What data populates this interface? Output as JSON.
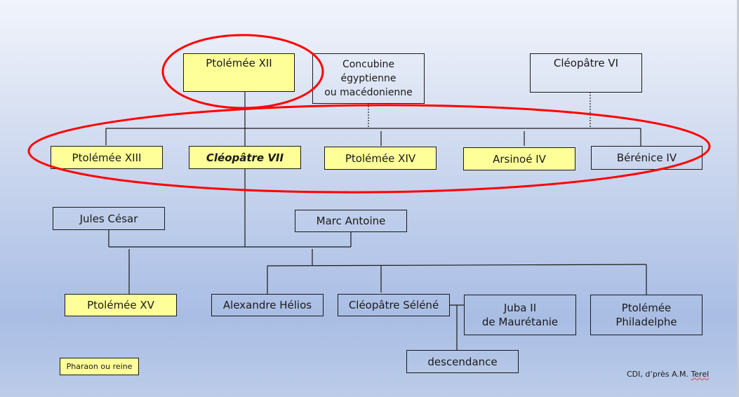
{
  "title": "Arbre généalogique de Cléopâtre VII",
  "colors": {
    "pharaoh_fill": "#ffff99",
    "highlight_ellipse": "#ff0000",
    "line": "#1a1a1a"
  },
  "generation_1": {
    "ptolemee_xii": "Ptolémée XII",
    "concubine": "Concubine\négyptienne\nou macédonienne",
    "cleopatre_vi": "Cléopâtre VI"
  },
  "generation_2": {
    "ptolemee_xiii": "Ptolémée XIII",
    "cleopatre_vii": "Cléopâtre VII",
    "ptolemee_xiv": "Ptolémée XIV",
    "arsinoe_iv": "Arsinoé IV",
    "berenice_iv": "Bérénice IV"
  },
  "consorts": {
    "jules_cesar": "Jules César",
    "marc_antoine": "Marc Antoine"
  },
  "generation_3": {
    "ptolemee_xv": "Ptolémée XV",
    "alexandre_helios": "Alexandre Hélios",
    "cleopatre_selene": "Cléopâtre Séléné",
    "juba_ii": "Juba II\nde Maurétanie",
    "ptolemee_philadelphe": "Ptolémée\nPhiladelphe"
  },
  "generation_4": {
    "descendance": "descendance"
  },
  "legend": {
    "pharaoh_label": "Pharaon ou reine"
  },
  "credit": {
    "prefix": "CDI, d’près A.M. ",
    "author": "Terel"
  }
}
